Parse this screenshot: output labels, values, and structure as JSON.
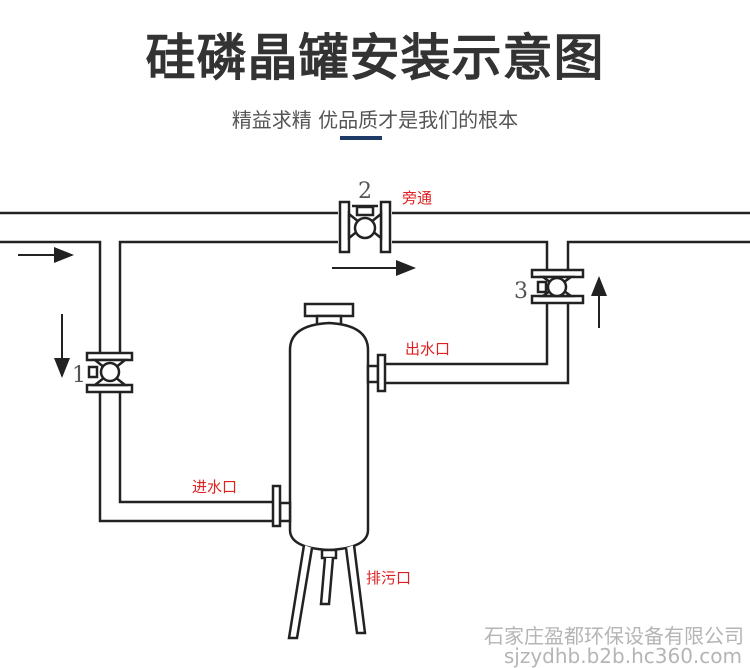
{
  "header": {
    "title": "硅磷晶罐安装示意图",
    "subtitle": "精益求精  优品质才是我们的根本",
    "accent_color": "#1d3b66"
  },
  "diagram": {
    "valves": [
      {
        "number": "2",
        "label": "旁通"
      },
      {
        "number": "3",
        "label": ""
      },
      {
        "number": "1",
        "label": ""
      }
    ],
    "labels": {
      "outlet": "出水口",
      "inlet": "进水口",
      "drain": "排污口",
      "bypass": "旁通"
    },
    "label_color": "#e02020",
    "line_color": "#222222"
  },
  "footer": {
    "company": "石家庄盈都环保设备有限公司",
    "url": "sjzydhb.b2b.hc360.com"
  }
}
